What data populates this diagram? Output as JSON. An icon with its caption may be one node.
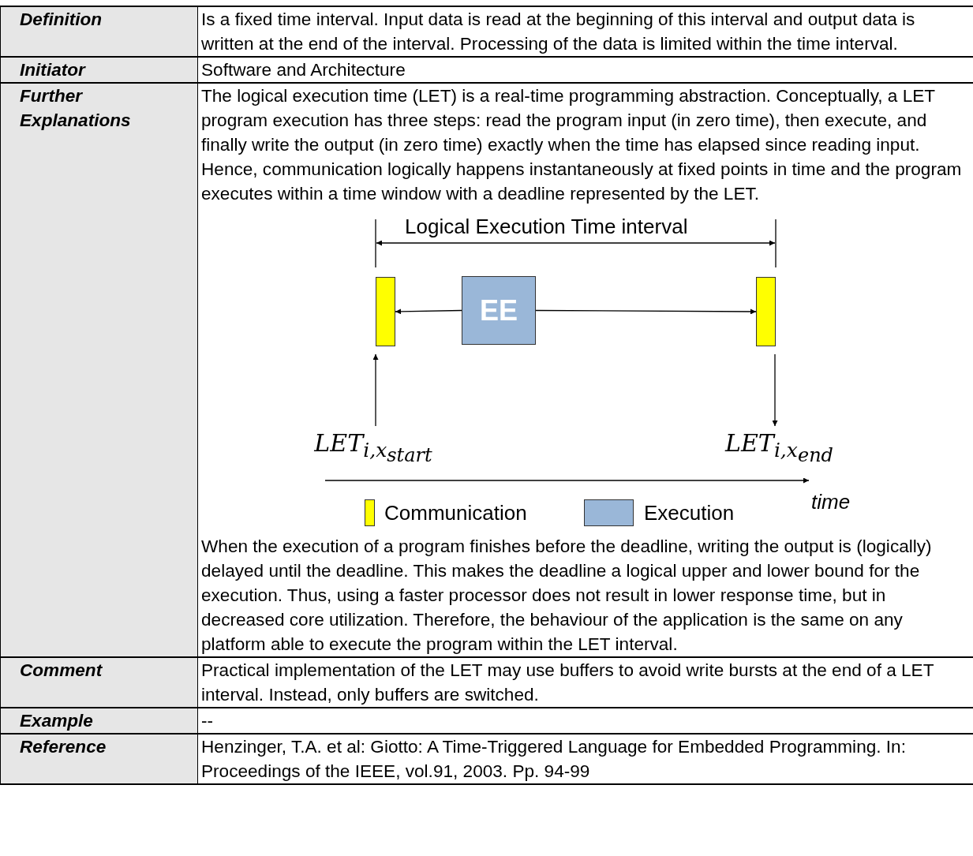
{
  "diagram": {
    "nodes": [
      {
        "text": [],
        "shape": "bar"
      },
      {
        "text": [
          "EE"
        ]
      },
      {
        "text": [],
        "shape": "bar"
      },
      {
        "text": [
          "LET$_{i,x}$$_{start}$"
        ]
      },
      {
        "text": [
          "LET$_{i,x}$$_{end}$"
        ]
      }
    ],
    "edges": [
      {
        "from": 1,
        "to": 0,
        "arrow": "to"
      },
      {
        "from": 1,
        "to": 2,
        "arrow": "to"
      },
      {
        "from": 3,
        "to": 0,
        "arrow": "to"
      },
      {
        "from": 2,
        "to": 4,
        "arrow": "to"
      }
    ],
    "labels": [
      "Definition",
      "Is a fixed time interval. Input data is read at the beginning of this interval and output data is written at the end of the interval. Processing of the data is limited within the time interval.",
      "Initiator",
      "Software and Architecture",
      "Further Explanations",
      "The logical execution time (LET) is a real-time programming abstraction. Conceptually, a LET program execution has three steps: read the program input (in zero time), then execute, and finally write the output (in zero time) exactly when the time has elapsed since reading input. Hence, communication logically happens instantaneously at fixed points in time and the program executes within a time window with a deadline represented by the LET.",
      "Logical Execution Time interval",
      "time",
      "When the execution of a program finishes before the deadline, writing the output is (logically) delayed until the deadline. This makes the deadline a logical upper and lower bound for the execution. Thus, using a faster processor does not result in lower response time, but in decreased core utilization. Therefore, the behaviour of the application is the same on any platform able to execute the program within the LET interval.",
      "Comment",
      "Practical implementation of the LET may use buffers to avoid write bursts at the end of a LET interval. Instead, only buffers are switched.",
      "Example",
      "--",
      "Reference",
      "Henzinger, T.A. et al: Giotto: A Time-Triggered Language for Embedded Programming. In: Proceedings of the IEEE, vol.91, 2003. Pp. 94-99"
    ],
    "legend": [
      {
        "text": "Communication",
        "color": "#ffff00"
      },
      {
        "text": "Execution",
        "color": "#9ab7d8"
      }
    ]
  }
}
